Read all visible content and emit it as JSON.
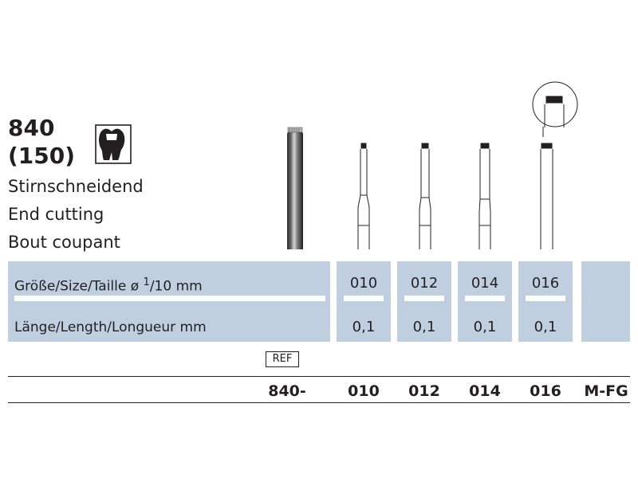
{
  "product": {
    "code": "840",
    "sub_code": "(150)",
    "desc_de": "Stirnschneidend",
    "desc_en": "End cutting",
    "desc_fr": "Bout coupant"
  },
  "icons": {
    "application": "tooth-crown-icon",
    "shank": "bur-shank-icon",
    "detail": "tip-detail-magnifier-icon"
  },
  "table": {
    "size_label_main": "Größe/Size/Taille  ø ",
    "size_label_num": "1",
    "size_label_den": "/10 mm",
    "length_label": "Länge/Length/Longueur  mm",
    "columns": [
      {
        "size": "010",
        "length": "0,1",
        "ref": "010"
      },
      {
        "size": "012",
        "length": "0,1",
        "ref": "012"
      },
      {
        "size": "014",
        "length": "0,1",
        "ref": "014"
      },
      {
        "size": "016",
        "length": "0,1",
        "ref": "016"
      }
    ],
    "ref_badge": "REF",
    "ref_prefix": "840-",
    "shank_type": "M-FG"
  },
  "colors": {
    "panel": "#bfcfdf",
    "text": "#231f20"
  }
}
